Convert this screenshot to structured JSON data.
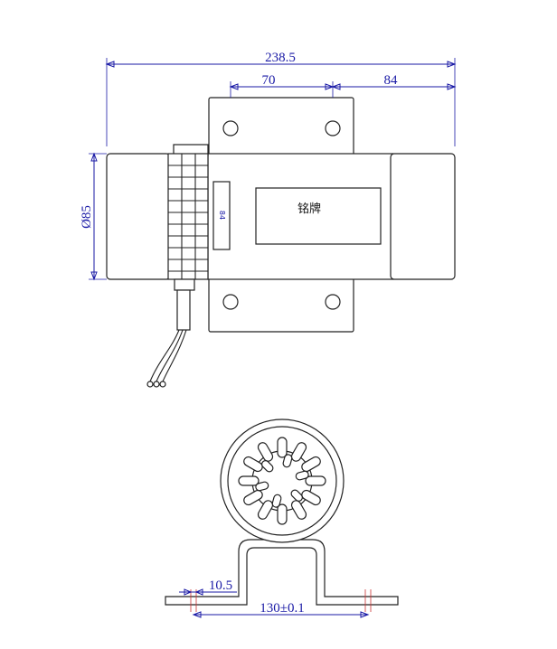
{
  "top_view": {
    "dim_overall": "238.5",
    "dim_hole_spacing": "70",
    "dim_right": "84",
    "dim_diameter": "Ø85",
    "nameplate_label": "铭牌",
    "side_label_small": "84"
  },
  "front_view": {
    "dim_slot": "10.5",
    "dim_foot_spacing": "130±0.1"
  },
  "colors": {
    "dimension": "#1a1aa6",
    "outline": "#222222",
    "centerline": "#cc3333"
  }
}
